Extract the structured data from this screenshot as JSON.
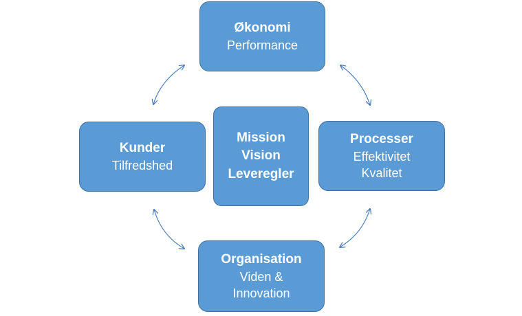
{
  "diagram": {
    "top": {
      "title": "Økonomi",
      "lines": [
        "Performance"
      ]
    },
    "left": {
      "title": "Kunder",
      "lines": [
        "Tilfredshed"
      ]
    },
    "center": {
      "lines": [
        "Mission",
        "Vision",
        "Leveregler"
      ]
    },
    "right": {
      "title": "Processer",
      "lines": [
        "Effektivitet",
        "Kvalitet"
      ]
    },
    "bottom": {
      "title": "Organisation",
      "lines": [
        "Viden &",
        "Innovation"
      ]
    },
    "colors": {
      "box_fill": "#5b9bd5",
      "box_border": "#41719c",
      "text": "#ffffff",
      "arrow": "#4a7ebb"
    }
  }
}
